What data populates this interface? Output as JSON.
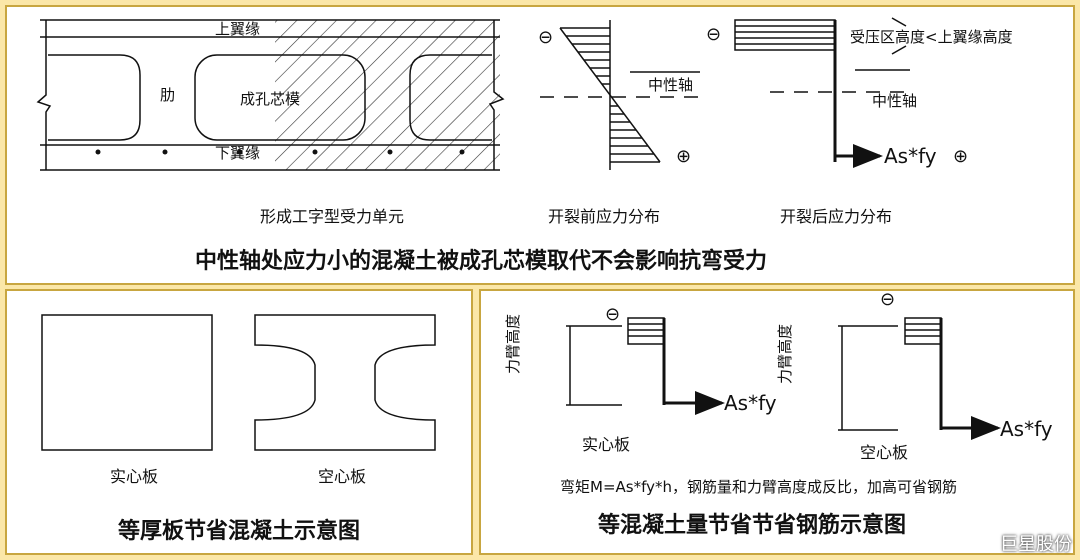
{
  "top": {
    "section": {
      "upper_flange": "上翼缘",
      "lower_flange": "下翼缘",
      "rib": "肋",
      "core": "成孔芯模",
      "caption": "形成工字型受力单元"
    },
    "before": {
      "neutral_axis": "中性轴",
      "minus": "⊖",
      "plus": "⊕",
      "caption": "开裂前应力分布"
    },
    "after": {
      "compression_note": "受压区高度<上翼缘高度",
      "neutral_axis": "中性轴",
      "force": "As*fy",
      "minus": "⊖",
      "plus": "⊕",
      "caption": "开裂后应力分布"
    },
    "summary": "中性轴处应力小的混凝土被成孔芯模取代不会影响抗弯受力"
  },
  "bottom_left": {
    "solid": "实心板",
    "hollow": "空心板",
    "caption": "等厚板节省混凝土示意图"
  },
  "bottom_right": {
    "solid": {
      "arm": "力臂高度",
      "force": "As*fy",
      "minus": "⊖",
      "label": "实心板"
    },
    "hollow": {
      "arm": "力臂高度",
      "force": "As*fy",
      "minus": "⊖",
      "label": "空心板"
    },
    "formula": "弯矩M=As*fy*h，钢筋量和力臂高度成反比，加高可省钢筋",
    "caption": "等混凝土量节省节省钢筋示意图"
  },
  "watermark": "巨星股份"
}
